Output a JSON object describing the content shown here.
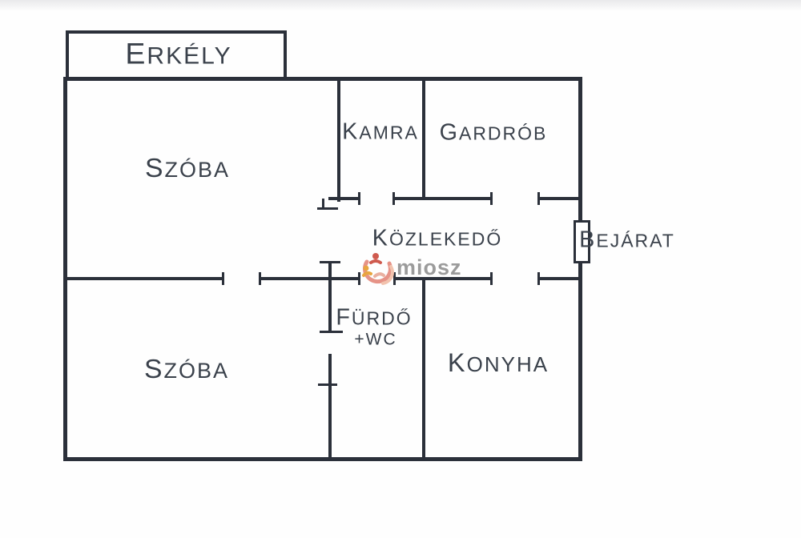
{
  "plan": {
    "rooms": {
      "erkely": "ERKÉLY",
      "szoba_top": "SZÓBA",
      "kamra": "KAMRA",
      "gardrob": "GARDRÓB",
      "kozlekedo": "KÖZLEKEDŐ",
      "bejarat": "BEJÁRAT",
      "furdo": "FÜRDŐ",
      "furdo_wc": "+WC",
      "szoba_bottom": "SZÓBA",
      "konyha": "KONYHA"
    },
    "colors": {
      "wall": "#2b303a",
      "label": "#3a414b"
    }
  },
  "watermark": {
    "text": "miosz",
    "logo": "miosz-people-circle-logo",
    "text_color": "#9b9b9b",
    "logo_colors": [
      "#e69387",
      "#f2c3ae",
      "#cf5a4e",
      "#e8a53f"
    ]
  }
}
